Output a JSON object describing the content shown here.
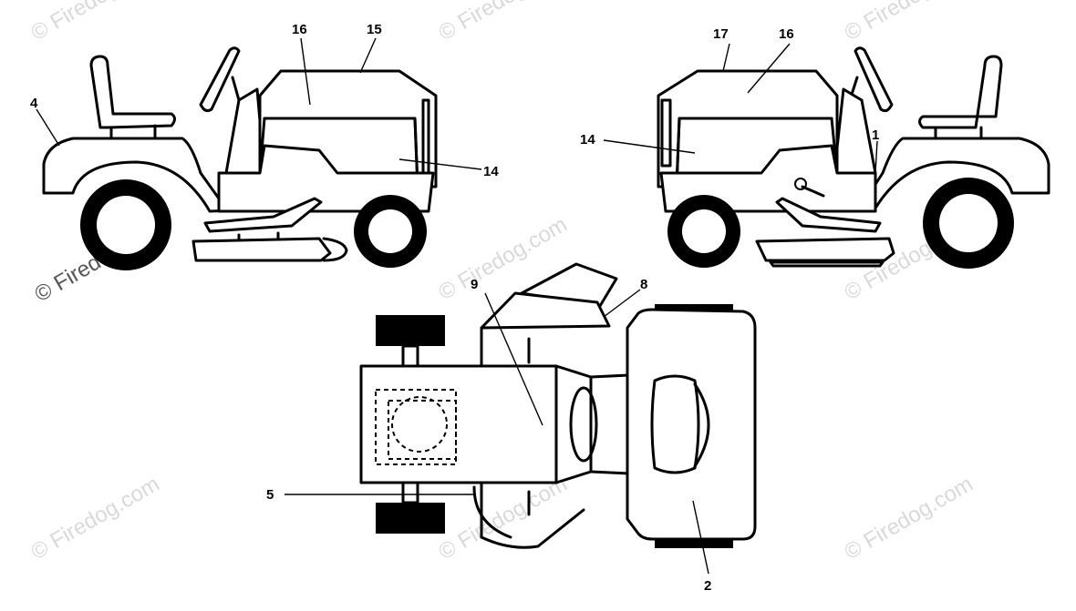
{
  "watermark": "© Firedog.com",
  "callouts": {
    "c1": "1",
    "c2": "2",
    "c4": "4",
    "c5": "5",
    "c8": "8",
    "c9": "9",
    "c14_left": "14",
    "c14_right": "14",
    "c15": "15",
    "c16_left": "16",
    "c16_right": "16",
    "c17": "17"
  }
}
